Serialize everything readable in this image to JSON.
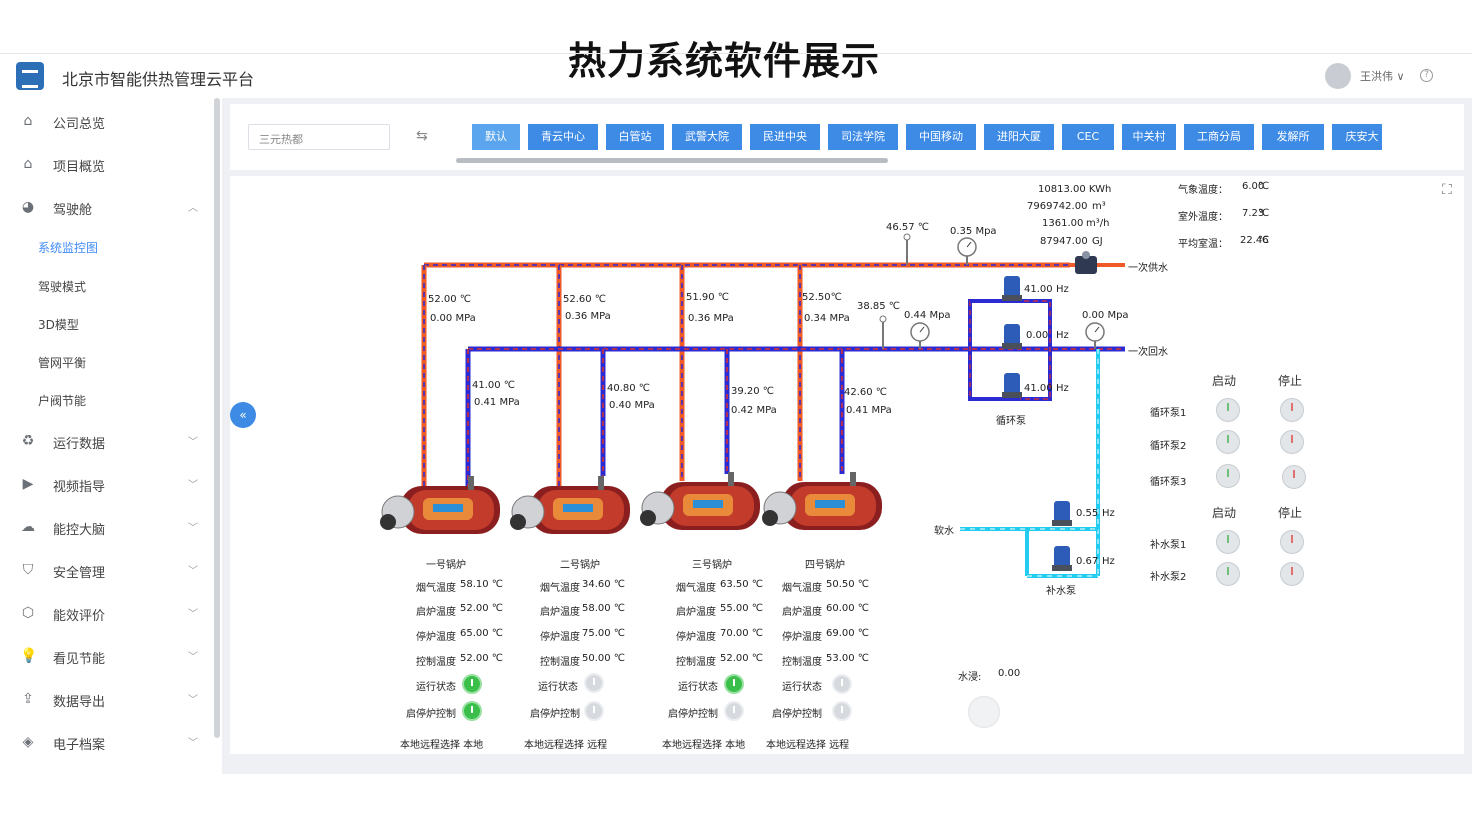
{
  "slide_title": "热力系统软件展示",
  "header": {
    "app_title": "北京市智能供热管理云平台",
    "user_name": "王洪伟 ∨"
  },
  "sidebar": {
    "items": [
      {
        "label": "公司总览",
        "icon": "home-icon"
      },
      {
        "label": "项目概览",
        "icon": "home-icon"
      },
      {
        "label": "驾驶舱",
        "icon": "dashboard-icon"
      },
      {
        "label": "运行数据",
        "icon": "recycle-icon"
      },
      {
        "label": "视频指导",
        "icon": "video-icon"
      },
      {
        "label": "能控大脑",
        "icon": "brain-icon"
      },
      {
        "label": "安全管理",
        "icon": "shield-icon"
      },
      {
        "label": "能效评价",
        "icon": "hexagon-icon"
      },
      {
        "label": "看见节能",
        "icon": "bulb-icon"
      },
      {
        "label": "数据导出",
        "icon": "export-icon"
      },
      {
        "label": "电子档案",
        "icon": "layers-icon"
      }
    ],
    "subitems": [
      "系统监控图",
      "驾驶模式",
      "3D模型",
      "管网平衡",
      "户阀节能"
    ]
  },
  "toolbar": {
    "station": "三元热都",
    "tabs": [
      "默认",
      "青云中心",
      "白管站",
      "武警大院",
      "民进中央",
      "司法学院",
      "中国移动",
      "进阳大厦",
      "CEC",
      "中关村",
      "工商分局",
      "发解所",
      "庆安大"
    ]
  },
  "diagram": {
    "meters": {
      "energy": "10813.00 KWh",
      "volume": "7969742.00",
      "volume_unit": "m³",
      "flow": "1361.00",
      "flow_unit": "m³/h",
      "heat": "87947.00",
      "heat_unit": "GJ"
    },
    "weather": [
      {
        "label": "气象温度：",
        "value": "6.00",
        "unit": "℃"
      },
      {
        "label": "室外温度：",
        "value": "7.23",
        "unit": "℃"
      },
      {
        "label": "平均室温：",
        "value": "22.46",
        "unit": "℃"
      }
    ],
    "supply_temp": "46.57 ℃",
    "supply_pressure": "0.35 Mpa",
    "supply_label": "一次供水",
    "return_label": "一次回水",
    "mid_temp": "38.85 ℃",
    "mid_pressure": "0.44 Mpa",
    "return_pressure": "0.00 Mpa",
    "outlets": [
      {
        "temp": "52.00 ℃",
        "pressure": "0.00  MPa"
      },
      {
        "temp": "52.60  ℃",
        "pressure": "0.36    MPa"
      },
      {
        "temp": "51.90 ℃",
        "pressure": "0.36    MPa"
      },
      {
        "temp": "52.50℃",
        "pressure": "0.34   MPa"
      }
    ],
    "inlets": [
      {
        "temp": "41.00 ℃",
        "pressure": "0.41  MPa"
      },
      {
        "temp": "40.80  ℃",
        "pressure": "0.40  MPa"
      },
      {
        "temp": "39.20 ℃",
        "pressure": "0.42    MPa"
      },
      {
        "temp": "42.60 ℃",
        "pressure": "0.41    MPa"
      }
    ],
    "circ_pumps": {
      "label": "循环泵",
      "freqs": [
        "41.00",
        "0.00",
        "41.00"
      ],
      "unit": "Hz"
    },
    "makeup_pumps": {
      "label": "补水泵",
      "freqs": [
        "0.55",
        "0.67"
      ],
      "unit": "Hz"
    },
    "soft_water": "软水",
    "control": {
      "start": "启动",
      "stop": "停止",
      "circ": [
        "循环泵1",
        "循环泵2",
        "循环泵3"
      ],
      "makeup": [
        "补水泵1",
        "补水泵2"
      ]
    },
    "water_leak_label": "水浸:",
    "water_leak_value": "0.00",
    "boilers": [
      {
        "name": "一号锅炉",
        "flue": "58.10 ℃",
        "start_temp": "52.00   ℃",
        "stop_temp": "65.00   ℃",
        "ctrl_temp": "52.00   ℃",
        "run_on": true,
        "ctl_on": true,
        "mode": "本地远程选择  本地"
      },
      {
        "name": "二号锅炉",
        "flue": "34.60  ℃",
        "start_temp": "58.00   ℃",
        "stop_temp": "75.00   ℃",
        "ctrl_temp": "50.00   ℃",
        "run_on": false,
        "ctl_on": false,
        "mode": "本地远程选择  远程"
      },
      {
        "name": "三号锅炉",
        "flue": "63.50   ℃",
        "start_temp": "55.00   ℃",
        "stop_temp": "70.00   ℃",
        "ctrl_temp": "52.00   ℃",
        "run_on": true,
        "ctl_on": false,
        "mode": "本地远程选择  本地"
      },
      {
        "name": "四号锅炉",
        "flue": "50.50   ℃",
        "start_temp": "60.00   ℃",
        "stop_temp": "69.00   ℃",
        "ctrl_temp": "53.00   ℃",
        "run_on": false,
        "ctl_on": false,
        "mode": "本地远程选择   远程"
      }
    ],
    "boiler_labels": {
      "flue": "烟气温度",
      "start": "启炉温度",
      "stop": "停炉温度",
      "ctrl": "控制温度",
      "run": "运行状态",
      "ctl": "启停炉控制"
    }
  },
  "colors": {
    "supply": "#f05a28",
    "return": "#2b2bd4",
    "return_dash": "#e03030",
    "makeup": "#22ccf0",
    "accent": "#3e8be6"
  }
}
